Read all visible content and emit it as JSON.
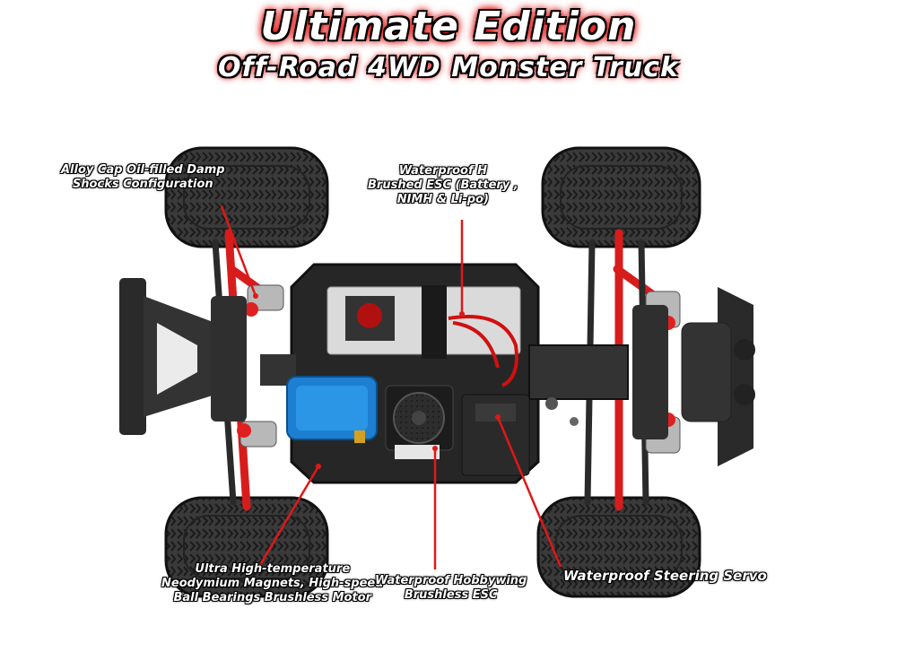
{
  "header": {
    "title": "Ultimate Edition",
    "subtitle": "Off-Road 4WD Monster Truck"
  },
  "callouts": {
    "shocks": [
      "Alloy Cap Oil-filled Damp",
      "Shocks Configuration"
    ],
    "esc_brushed": [
      "Waterproof H",
      "Brushed ESC (Battery ,",
      "NIMH & Li-po)"
    ],
    "motor": [
      "Ultra High-temperature",
      "Neodymium Magnets, High-speed",
      "Ball Bearings Brushless Motor"
    ],
    "esc_hobbywing": [
      "Waterproof Hobbywing",
      "Brushless ESC"
    ],
    "servo": "Waterproof Steering Servo"
  },
  "colors": {
    "accent_red": "#e01818",
    "chassis": "#2a2a2a",
    "tire": "#333333",
    "motor_blue": "#1e7fd0"
  }
}
